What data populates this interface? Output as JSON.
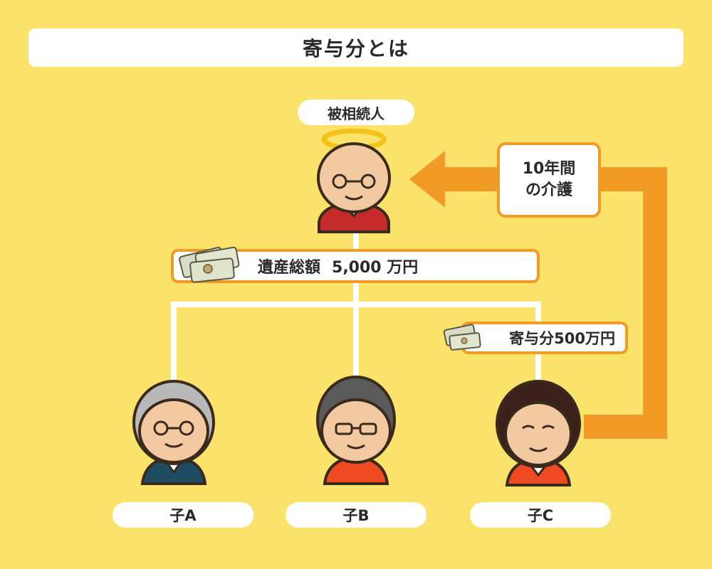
{
  "title": "寄与分とは",
  "decedent": {
    "label": "被相続人"
  },
  "estate": {
    "label": "遺産総額",
    "amount": "5,000 万円"
  },
  "contribution": {
    "label": "寄与分500万円"
  },
  "care": {
    "line1": "10年間",
    "line2": "の介護"
  },
  "children": [
    {
      "label": "子A"
    },
    {
      "label": "子B"
    },
    {
      "label": "子C"
    }
  ],
  "colors": {
    "background": "#fbe36b",
    "accent": "#f29a26",
    "line": "#ffffff"
  }
}
